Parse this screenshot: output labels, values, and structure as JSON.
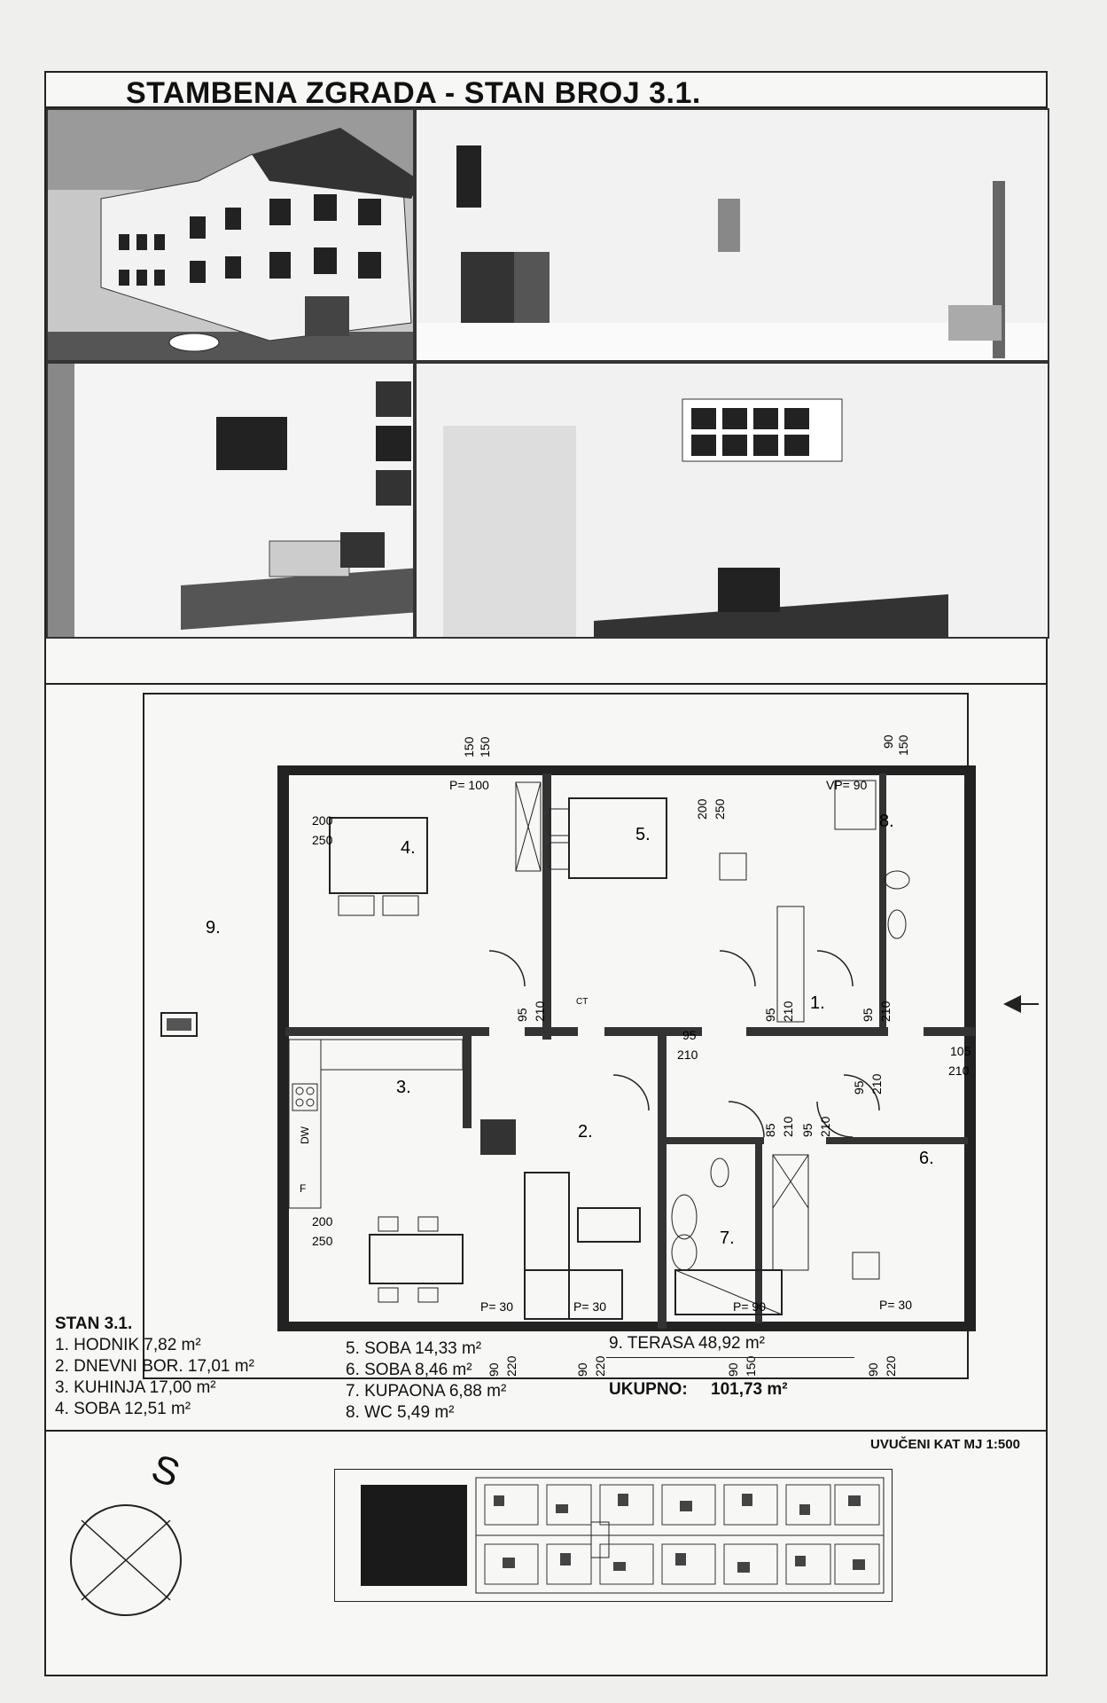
{
  "header": {
    "title": "STAMBENA ZGRADA - STAN BROJ 3.1."
  },
  "photos": [
    {
      "alt": "exterior"
    },
    {
      "alt": "dining"
    },
    {
      "alt": "living"
    },
    {
      "alt": "bedroom"
    }
  ],
  "plan": {
    "rooms": [
      "1.",
      "2.",
      "3.",
      "4.",
      "5.",
      "6.",
      "7.",
      "8.",
      "9."
    ],
    "dims": {
      "top_a": "150",
      "top_b": "150",
      "top_c": "90",
      "top_d": "150",
      "p100": "P= 100",
      "vp90": "VP= 90",
      "w200a": "200",
      "w250a": "250",
      "w200b": "200",
      "w250b": "250",
      "d200": "200",
      "d250": "250",
      "d95a": "95",
      "d210a": "210",
      "d95b": "95",
      "d210b": "210",
      "d95c": "95",
      "d210c": "210",
      "d95d": "95",
      "d210d": "210",
      "h95": "95",
      "h210": "210",
      "e105": "105",
      "e210": "210",
      "d85": "85",
      "d210e": "210",
      "d95e": "95",
      "d210f": "210",
      "p30a": "P= 30",
      "p30b": "P= 30",
      "p90": "P= 90",
      "p30c": "P= 30",
      "b90a": "90",
      "b220a": "220",
      "b90b": "90",
      "b220b": "220",
      "b90c": "90",
      "b150": "150",
      "b90d": "90",
      "b220c": "220",
      "dw": "DW",
      "f": "F",
      "ct": "CT"
    }
  },
  "legend": {
    "title": "STAN 3.1.",
    "col1": [
      "1. HODNIK 7,82 m²",
      "2. DNEVNI BOR. 17,01 m²",
      "3. KUHINJA 17,00 m²",
      "4. SOBA 12,51 m²"
    ],
    "col2": [
      "5. SOBA 14,33 m²",
      "6. SOBA 8,46 m²",
      "7. KUPAONA  6,88 m²",
      "8. WC 5,49 m²"
    ],
    "terasa": "9. TERASA 48,92 m²",
    "ukupno_label": "UKUPNO:",
    "ukupno_value": "101,73 m²"
  },
  "bottom": {
    "scale": "UVUČENI KAT MJ 1:500",
    "north": "S"
  }
}
